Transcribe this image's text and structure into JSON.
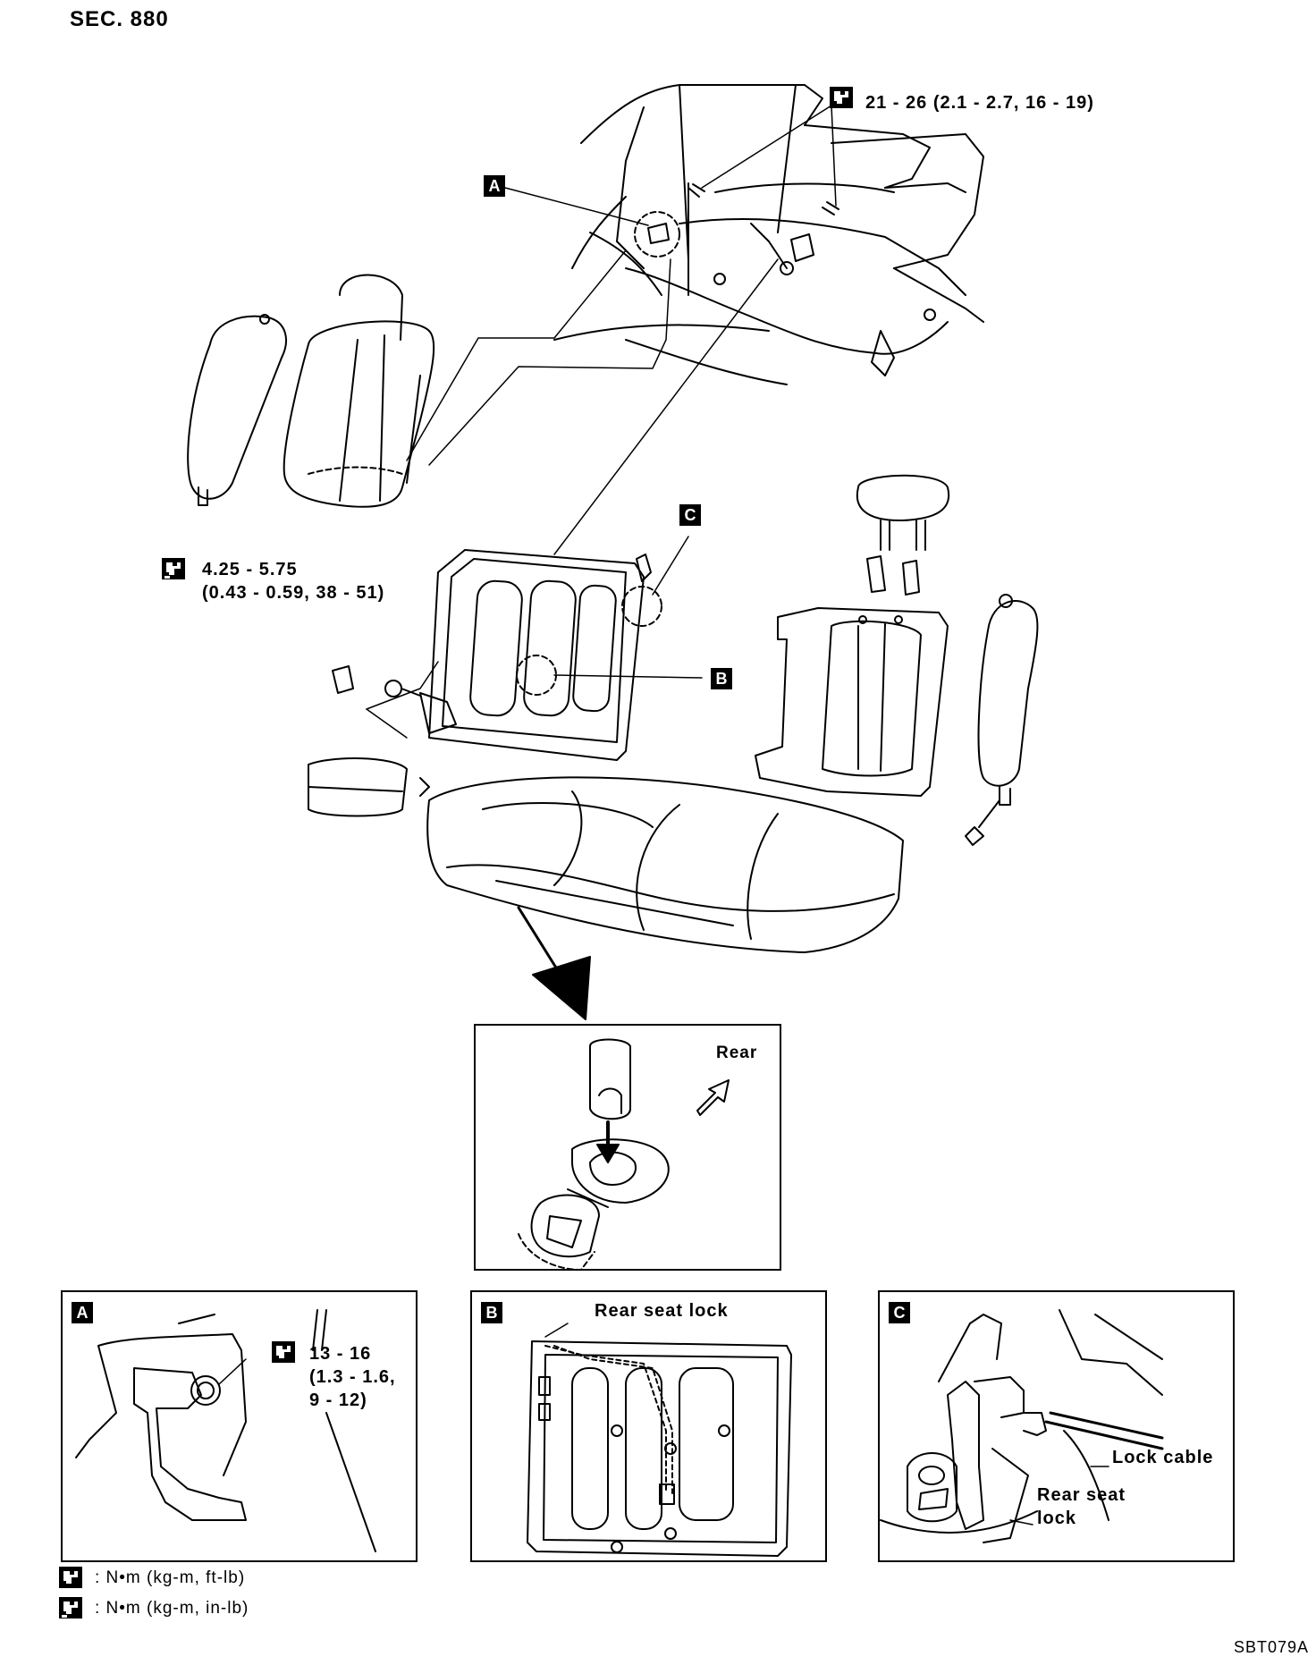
{
  "section": "SEC. 880",
  "torque": {
    "upper": "21 - 26 (2.1 - 2.7, 16 - 19)",
    "mid_line1": "4.25 - 5.75",
    "mid_line2": "(0.43 - 0.59, 38 - 51)",
    "detail_a_line1": "13 - 16",
    "detail_a_line2": "(1.3 - 1.6,",
    "detail_a_line3": "9 - 12)"
  },
  "callouts": {
    "a": "A",
    "b": "B",
    "c": "C"
  },
  "direction_label": "Rear",
  "detail_labels": {
    "b_rear_seat_lock": "Rear seat lock",
    "c_lock_cable": "Lock cable",
    "c_rear_seat_lock_1": "Rear seat",
    "c_rear_seat_lock_2": "lock"
  },
  "legend": {
    "nm_ft_lb": ": N•m (kg-m, ft-lb)",
    "nm_in_lb": ": N•m (kg-m, in-lb)"
  },
  "figure_code": "SBT079A",
  "icons": [
    "torque-wrench-icon",
    "torque-wrench-in-lb-icon",
    "direction-arrow-icon"
  ]
}
